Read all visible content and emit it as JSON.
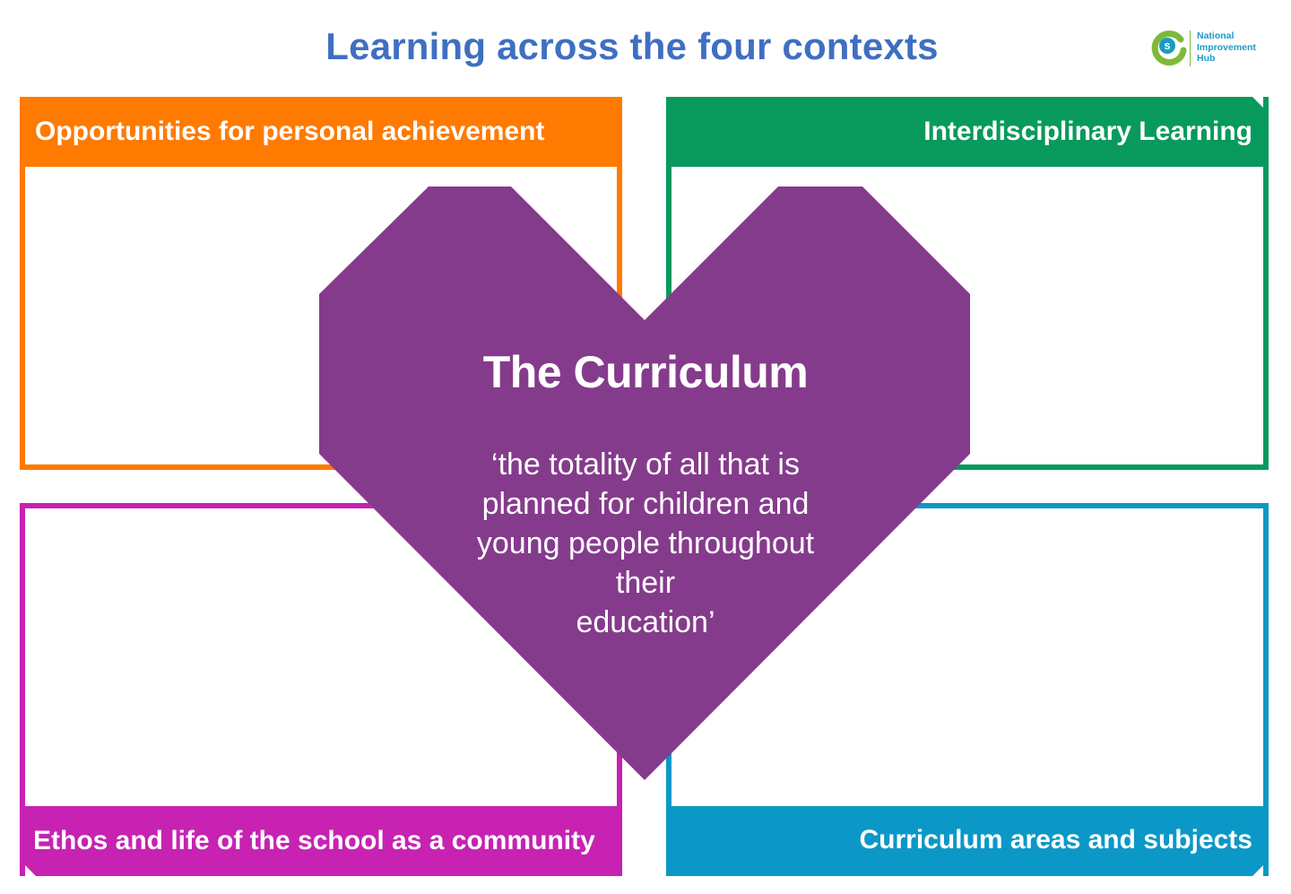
{
  "title": "Learning across the four contexts",
  "logo": {
    "mark": "s",
    "line1": "National",
    "line2": "Improvement",
    "line3": "Hub"
  },
  "contexts": {
    "top_left": "Opportunities for personal achievement",
    "top_right": "Interdisciplinary Learning",
    "bottom_left": "Ethos and life of the school as a community",
    "bottom_right": "Curriculum areas and subjects"
  },
  "center": {
    "title": "The Curriculum",
    "quote_lines": [
      "‘the totality of all that is",
      "planned for children and",
      "young people throughout",
      "their",
      "education’"
    ]
  },
  "colors": {
    "title": "#3f6fc1",
    "orange": "#ff7a00",
    "green": "#089a5d",
    "magenta": "#c722b2",
    "blue": "#0b98c6",
    "heart": "#853b8c"
  }
}
